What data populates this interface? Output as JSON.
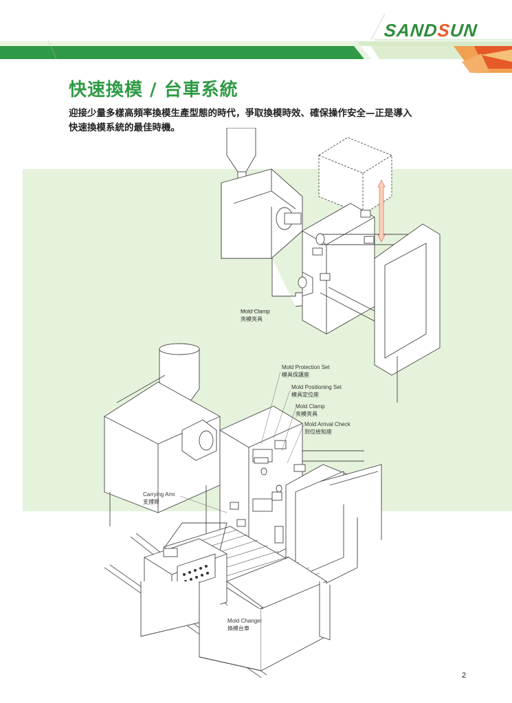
{
  "brand": {
    "name_part1": "SAND",
    "name_part2": "S",
    "name_part3": "UN"
  },
  "title": "快速換模 / 台車系統",
  "subtitle_lines": [
    "迎接少量多樣高頻率換模生產型態的時代，爭取換模時效、確保操作安全—正是導入",
    "快速換模系統的最佳時機。"
  ],
  "callouts": {
    "mold_clamp_top": {
      "en": "Mold Clamp",
      "zh": "夾模夾具"
    },
    "mold_protection_set": {
      "en": "Mold Protection Set",
      "zh": "模具保護座"
    },
    "mold_positioning_set": {
      "en": "Mold Positioning Set",
      "zh": "模具定位座"
    },
    "mold_clamp_lower": {
      "en": "Mold Clamp",
      "zh": "夾模夾具"
    },
    "mold_arrival_check": {
      "en": "Mold Arrival Check",
      "zh": "到位檢知座"
    },
    "carrying_arm": {
      "en": "Carrying Arm",
      "zh": "支撐臂"
    },
    "mold_changer": {
      "en": "Mold Changer",
      "zh": "換模台車"
    }
  },
  "page_number": "2",
  "colors": {
    "green": "#2f9a45",
    "light_green": "#e6f3dc",
    "orange": "#e85a2a"
  },
  "icons": {
    "logo": "sandsun-logo",
    "machine": "injection-machine-illustration"
  }
}
